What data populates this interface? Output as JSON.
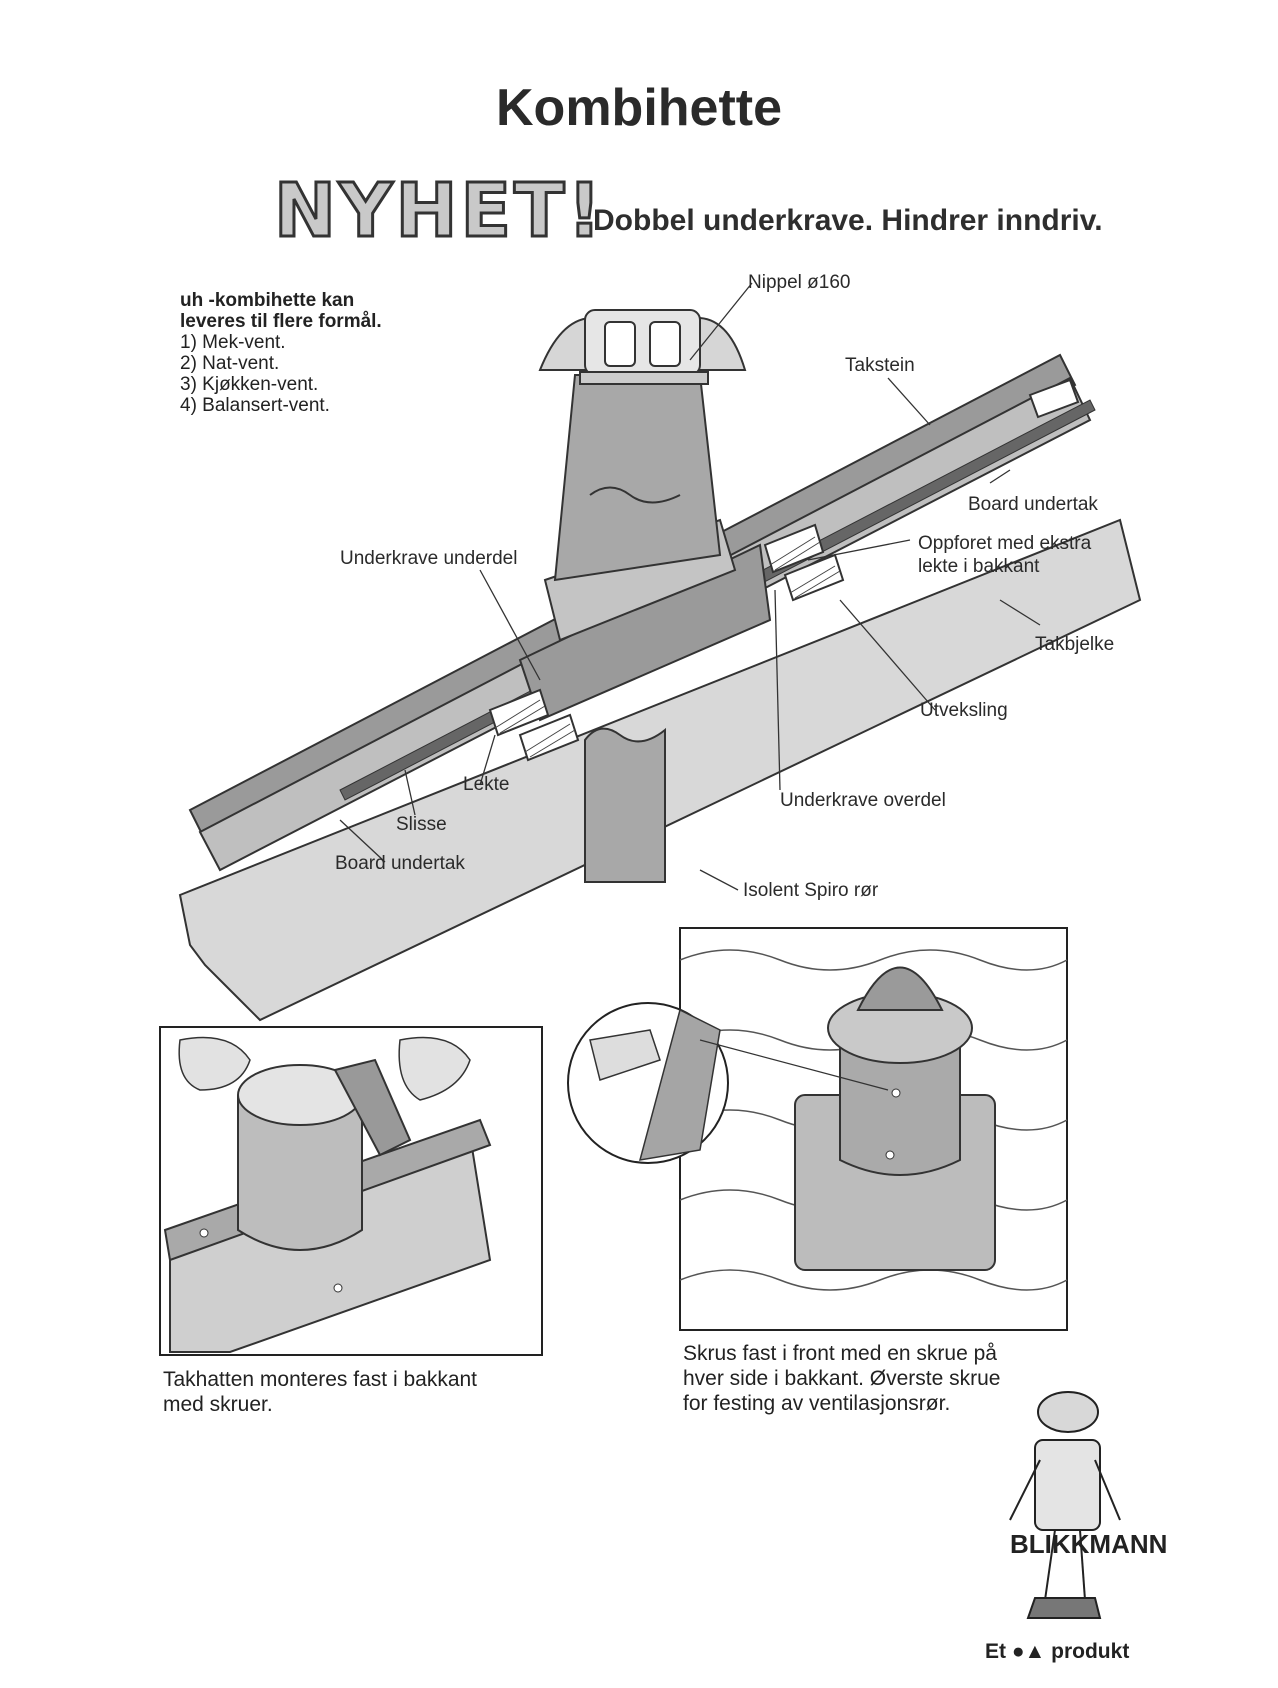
{
  "title": "Kombihette",
  "banner": {
    "nyhet": "NYHET!",
    "subtitle": "Dobbel underkrave. Hindrer inndriv."
  },
  "intro": {
    "line1": "uh -kombihette kan",
    "line2": "leveres til flere formål.",
    "items": [
      "1) Mek-vent.",
      "2) Nat-vent.",
      "3) Kjøkken-vent.",
      "4) Balansert-vent."
    ]
  },
  "diagram_labels": {
    "nippel": "Nippel ø160",
    "takstein": "Takstein",
    "board_undertak_top": "Board undertak",
    "oppforet_1": "Oppforet med ekstra",
    "oppforet_2": "lekte i bakkant",
    "takbjelke": "Takbjelke",
    "underkrave_underdel": "Underkrave underdel",
    "utveksling": "Utveksling",
    "lekte": "Lekte",
    "underkrave_overdel": "Underkrave overdel",
    "slisse": "Slisse",
    "board_undertak_bottom": "Board undertak",
    "isolent": "Isolent Spiro rør"
  },
  "captions": {
    "left_1": "Takhatten monteres fast i bakkant",
    "left_2": "med skruer.",
    "right_1": "Skrus fast i front med en skrue på",
    "right_2": "hver side i bakkant. Øverste skrue",
    "right_3": "for festing av ventilasjonsrør."
  },
  "mascot_label": "BLIKKMANN",
  "footer": {
    "et": "Et",
    "produkt": "produkt"
  }
}
